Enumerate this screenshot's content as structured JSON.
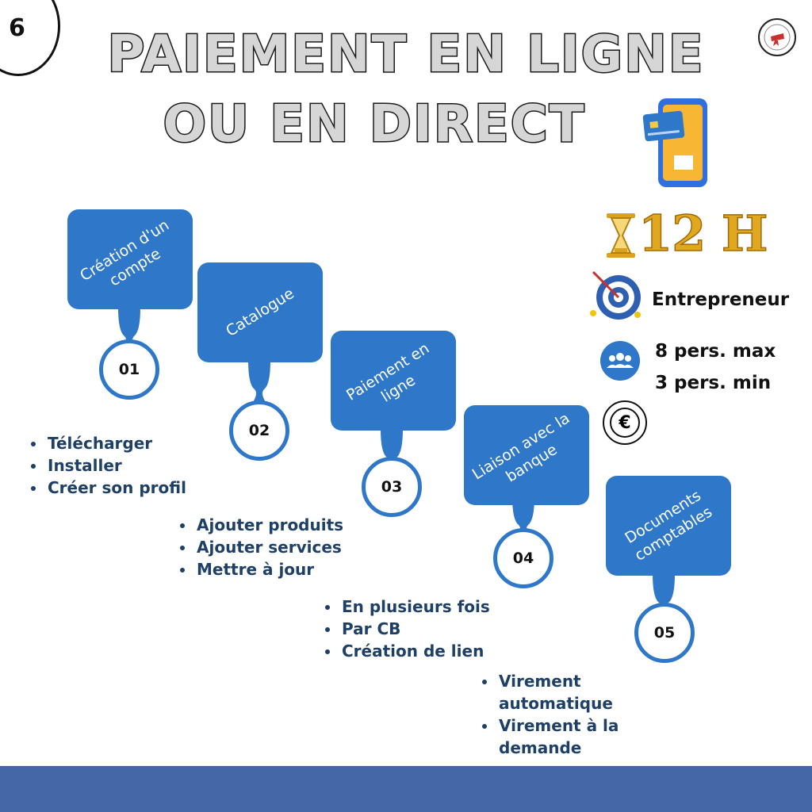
{
  "page_number": "6",
  "title": {
    "line1": "PAIEMENT EN LIGNE",
    "line2": "OU EN DIRECT"
  },
  "colors": {
    "step_blue": "#2f78c9",
    "bullet_text": "#1e3f66",
    "footer": "#4567a8",
    "gold": "#e0a81f"
  },
  "icons": {
    "phone": "smartphone-card-icon",
    "hourglass": "hourglass-icon",
    "target": "target-icon",
    "people": "group-icon",
    "euro": "euro-coin-icon",
    "logo": "brand-seal-icon"
  },
  "steps": [
    {
      "number": "01",
      "label": "Création d'un compte"
    },
    {
      "number": "02",
      "label": "Catalogue"
    },
    {
      "number": "03",
      "label": "Paiement en ligne"
    },
    {
      "number": "04",
      "label": "Liaison avec la banque"
    },
    {
      "number": "05",
      "label": "Documents comptables"
    }
  ],
  "bullets": {
    "step1": [
      "Télécharger",
      "Installer",
      "Créer son profil"
    ],
    "step2": [
      "Ajouter produits",
      "Ajouter services",
      "Mettre à jour"
    ],
    "step3": [
      "En plusieurs fois",
      "Par CB",
      "Création de lien"
    ],
    "step4": [
      "Virement automatique",
      "Virement à la demande"
    ]
  },
  "info": {
    "duration": "12 H",
    "audience": "Entrepreneur",
    "max_people": "8 pers. max",
    "min_people": "3 pers. min"
  }
}
